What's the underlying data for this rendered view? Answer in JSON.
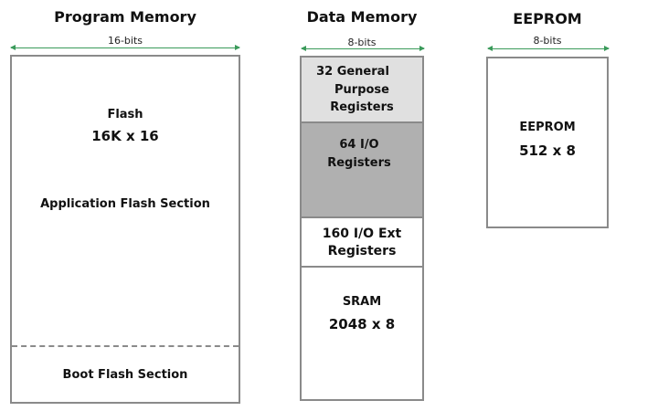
{
  "program_memory": {
    "title": "Program Memory",
    "width_label": "16-bits",
    "flash_label": "Flash",
    "flash_size": "16K x 16",
    "app_section": "Application Flash Section",
    "boot_section": "Boot Flash Section"
  },
  "data_memory": {
    "title": "Data Memory",
    "width_label": "8-bits",
    "gp_registers": [
      "32 General",
      "Purpose",
      "Registers"
    ],
    "io_registers": [
      "64 I/O",
      "Registers"
    ],
    "ext_io_registers": [
      "160 I/O Ext",
      "Registers"
    ],
    "sram_label": "SRAM",
    "sram_size": "2048 x 8",
    "colors": {
      "gp_fill": "#e0e0e0",
      "io_fill": "#b0b0b0"
    }
  },
  "eeprom": {
    "title": "EEPROM",
    "width_label": "8-bits",
    "label": "EEPROM",
    "size": "512 x 8"
  }
}
